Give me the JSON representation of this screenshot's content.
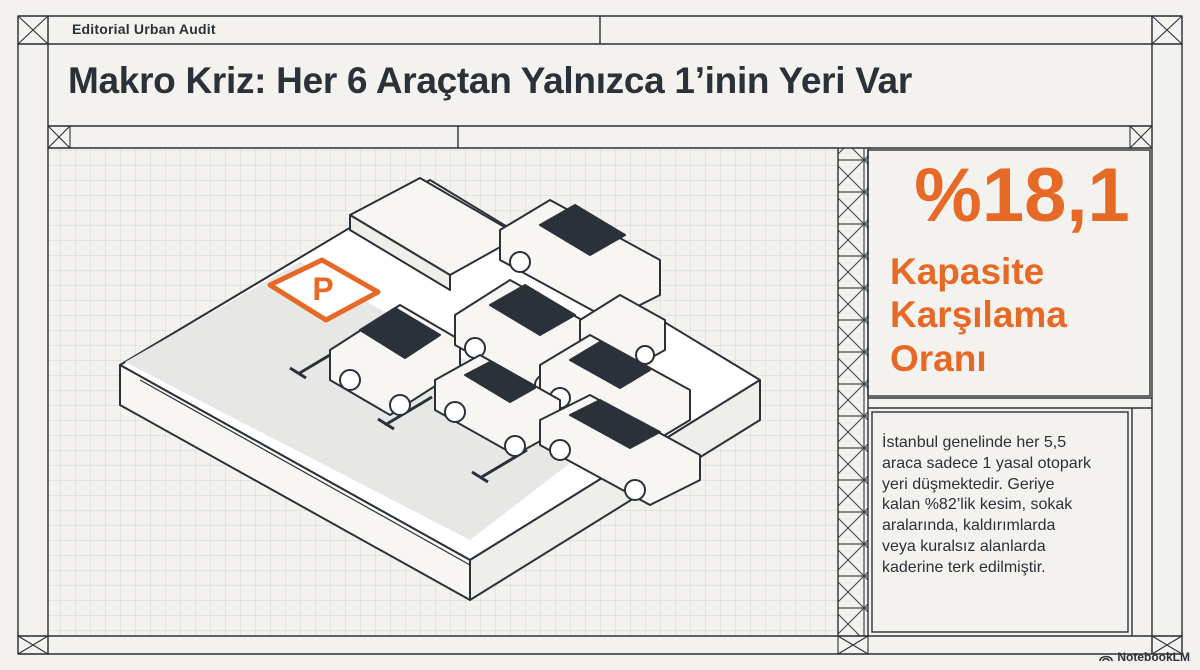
{
  "header": {
    "eyebrow": "Editorial Urban Audit",
    "title": "Makro Kriz: Her 6 Araçtan Yalnızca 1’inin Yeri Var"
  },
  "stat": {
    "value": "%18,1",
    "label_lines": [
      "Kapasite",
      "Karşılama",
      "Oranı"
    ],
    "value_fraction": 0.181
  },
  "note": {
    "lines": [
      "İstanbul genelinde her 5,5",
      "araca sadece 1 yasal otopark",
      "yeri düşmektedir. Geriye",
      "kalan %82’lik kesim, sokak",
      "aralarında, kaldırımlarda",
      "veya kuralsız alanlarda",
      "kaderine terk edilmiştir."
    ]
  },
  "illustration": {
    "parking_sign_letter": "P",
    "description_icon": "parking-lot-overflow-illustration"
  },
  "brand": {
    "name": "NotebookLM",
    "icon": "notebooklm-icon"
  },
  "colors": {
    "background": "#f3f2ee",
    "ink": "#2b3138",
    "accent": "#e66a26",
    "grid": "#d3d4d4"
  }
}
